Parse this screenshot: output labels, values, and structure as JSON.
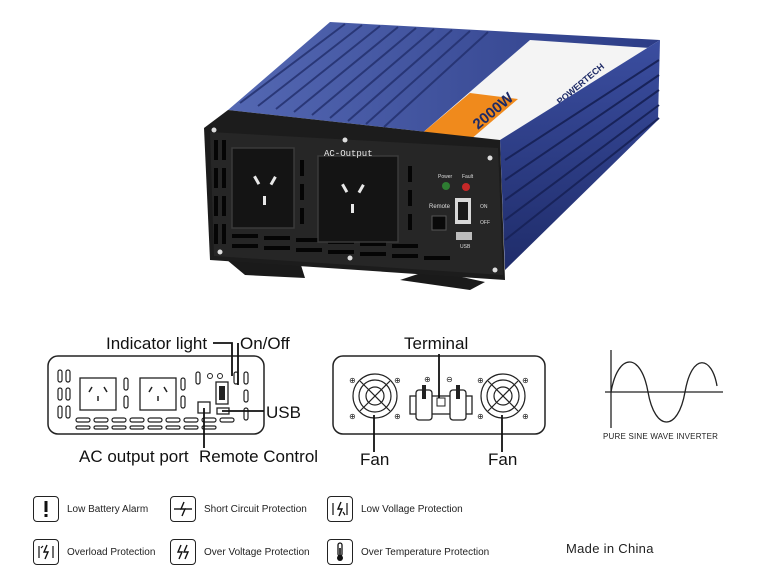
{
  "product": {
    "front_panel_text": "AC-Output",
    "brand_label": "POWERTECH",
    "power_label": "2000W",
    "remote_label": "Remote",
    "power_led_label": "Power",
    "fault_led_label": "Fault",
    "on_label": "ON",
    "off_label": "OFF",
    "usb_label": "USB"
  },
  "front_diagram": {
    "indicator_light": "Indicator light",
    "on_off": "On/Off",
    "usb": "USB",
    "ac_output_port": "AC output port",
    "remote_control": "Remote Control"
  },
  "rear_diagram": {
    "terminal": "Terminal",
    "fan_left": "Fan",
    "fan_right": "Fan"
  },
  "waveform": {
    "caption": "PURE SINE WAVE INVERTER"
  },
  "protections": [
    {
      "label": "Low Battery Alarm",
      "icon": "exclamation-icon"
    },
    {
      "label": "Short Circuit Protection",
      "icon": "short-circuit-icon"
    },
    {
      "label": "Low Vollage Protection",
      "icon": "low-voltage-icon"
    },
    {
      "label": "Overload Protection",
      "icon": "overload-icon"
    },
    {
      "label": "Over Voltage Protection",
      "icon": "over-voltage-icon"
    },
    {
      "label": "Over Temperature Protection",
      "icon": "thermometer-icon"
    }
  ],
  "footer": {
    "made_in": "Made in China"
  },
  "colors": {
    "body_blue": "#2e3e86",
    "face_black": "#1c1c1c",
    "accent_orange": "#f08a1c"
  }
}
